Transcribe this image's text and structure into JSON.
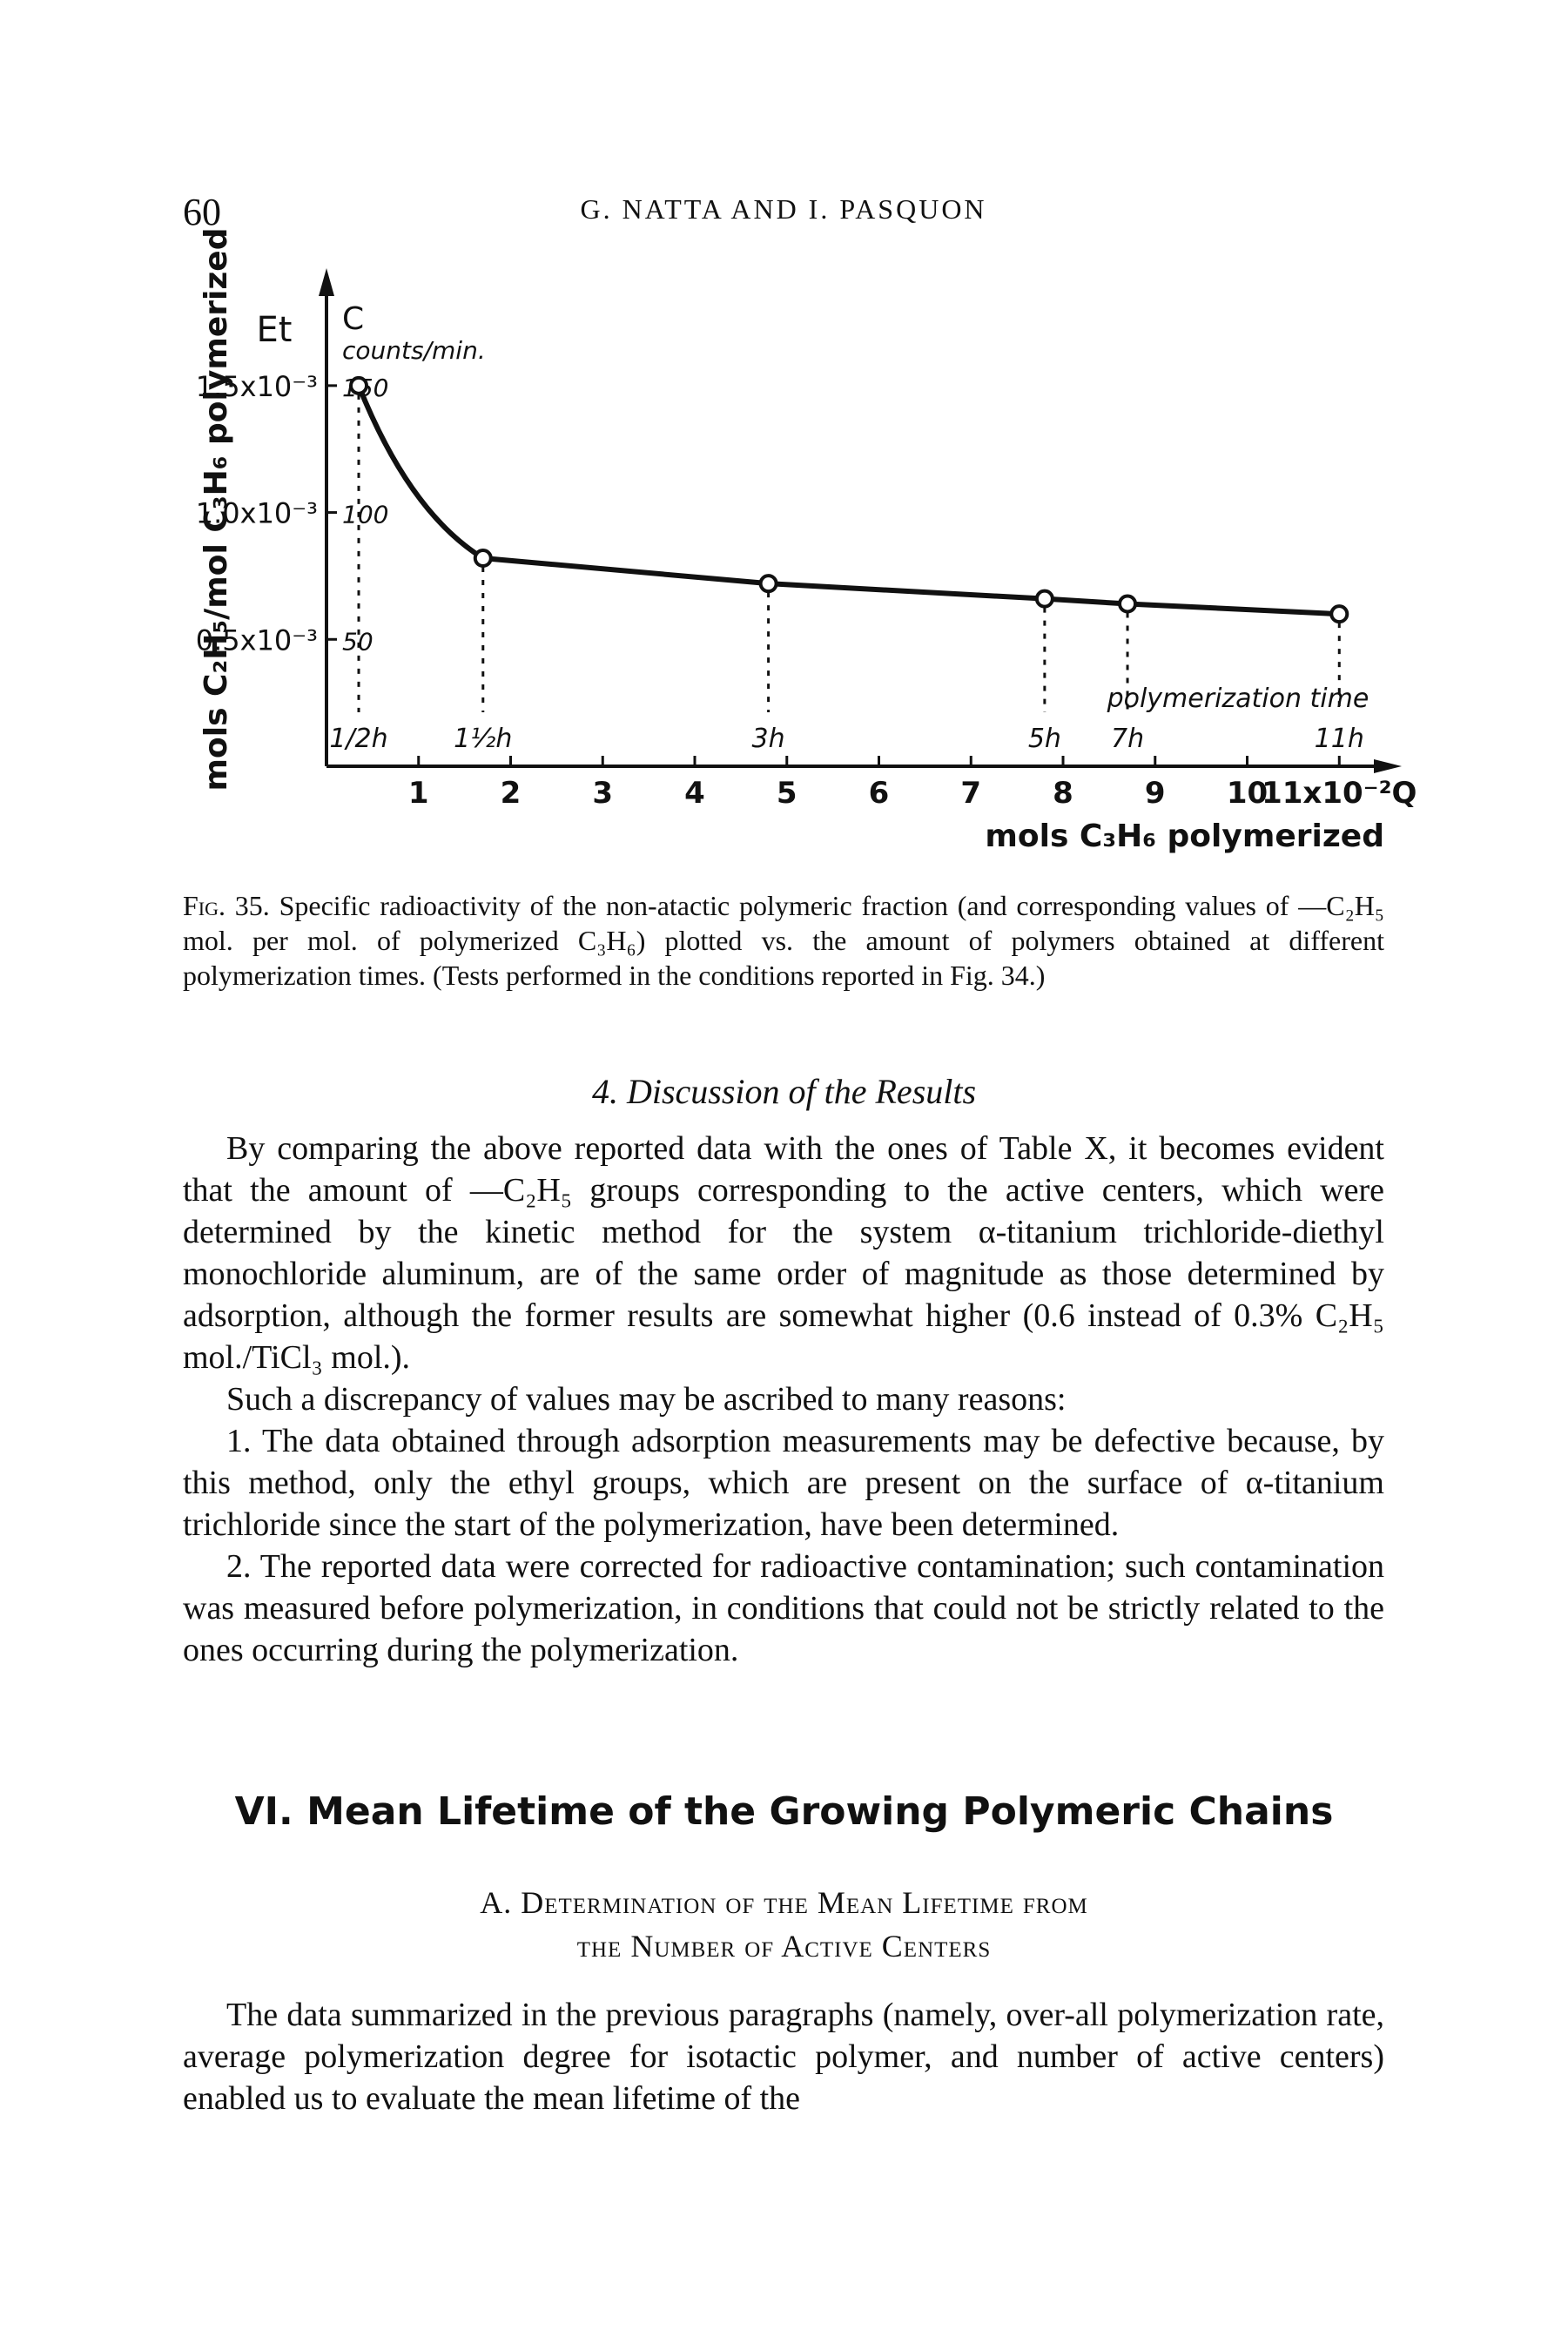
{
  "page": {
    "number": "60",
    "running_title": "G. NATTA AND I. PASQUON"
  },
  "chart_data": {
    "type": "line",
    "x_axis_label": "mols C₃H₆ polymerized",
    "x_ticks": [
      "1",
      "2",
      "3",
      "4",
      "5",
      "6",
      "7",
      "8",
      "9",
      "10",
      "11x10⁻²Q"
    ],
    "x_range": [
      0,
      11.3
    ],
    "y_axis_left_label": "mols C₂H₅/mol C₃H₆ polymerized",
    "y_axis_left_symbol": "Et",
    "y_ticks_left": [
      "1.5x10⁻³",
      "1.0x10⁻³",
      "0.5x10⁻³"
    ],
    "y_axis_right_symbol": "C",
    "y_axis_right_unit": "counts/min.",
    "y_ticks_right": [
      "150",
      "100",
      "50"
    ],
    "y_range": [
      0,
      175
    ],
    "time_axis_label": "polymerization time",
    "series": [
      {
        "points": [
          {
            "x": 0.35,
            "y": 150,
            "time": "1/2h"
          },
          {
            "x": 1.7,
            "y": 82,
            "time": "1½h"
          },
          {
            "x": 4.8,
            "y": 72,
            "time": "3h"
          },
          {
            "x": 7.8,
            "y": 66,
            "time": "5h"
          },
          {
            "x": 8.7,
            "y": 64,
            "time": "7h"
          },
          {
            "x": 11.0,
            "y": 60,
            "time": "11h"
          }
        ]
      }
    ],
    "grid": false,
    "legend": "none"
  },
  "caption": {
    "label": "Fig. 35.",
    "text": " Specific radioactivity of the non-atactic polymeric fraction (and corresponding values of —C₂H₅ mol. per mol. of polymerized C₃H₆) plotted vs. the amount of polymers obtained at different polymerization times. (Tests performed in the conditions reported in Fig. 34.)"
  },
  "section4": {
    "title": "4. Discussion of the Results",
    "paragraphs": [
      "By comparing the above reported data with the ones of Table X, it becomes evident that the amount of —C₂H₅ groups corresponding to the active centers, which were determined by the kinetic method for the system α-titanium trichloride-diethyl monochloride aluminum, are of the same order of magnitude as those determined by adsorption, although the former results are somewhat higher (0.6 instead of 0.3% C₂H₅ mol./TiCl₃ mol.).",
      "Such a discrepancy of values may be ascribed to many reasons:",
      "1. The data obtained through adsorption measurements may be defective because, by this method, only the ethyl groups, which are present on the surface of α-titanium trichloride since the start of the polymerization, have been determined.",
      "2. The reported data were corrected for radioactive contamination; such contamination was measured before polymerization, in conditions that could not be strictly related to the ones occurring during the polymerization."
    ]
  },
  "section6": {
    "title": "VI. Mean Lifetime of the Growing Polymeric Chains",
    "subtitle_line1": "A. Determination of the Mean Lifetime from",
    "subtitle_line2": "the Number of Active Centers",
    "paragraph": "The data summarized in the previous paragraphs (namely, over-all polymerization rate, average polymerization degree for isotactic polymer, and number of active centers) enabled us to evaluate the mean lifetime of the"
  }
}
